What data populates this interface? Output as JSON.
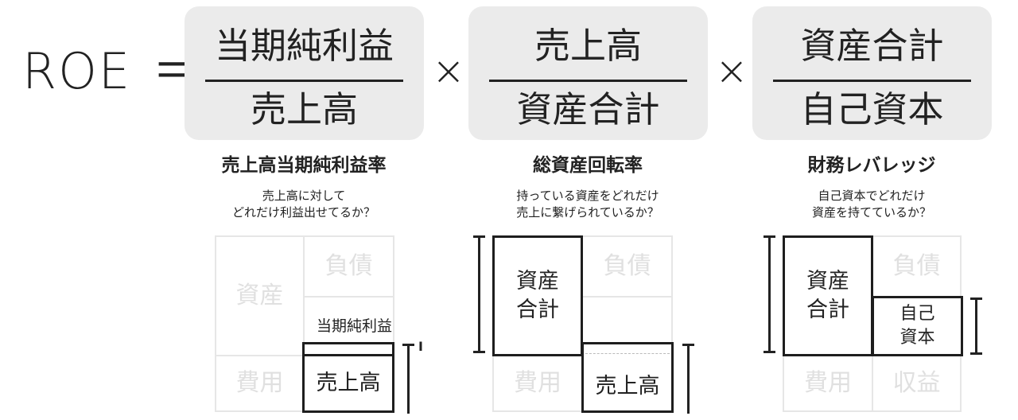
{
  "formula": {
    "lhs": "ROE",
    "equals": "＝",
    "times": "×",
    "fractions": [
      {
        "numerator": "当期純利益",
        "denominator": "売上高"
      },
      {
        "numerator": "売上高",
        "denominator": "資産合計"
      },
      {
        "numerator": "資産合計",
        "denominator": "自己資本"
      }
    ]
  },
  "captions": [
    {
      "title": "売上高当期純利益率",
      "question_line1": "売上高に対して",
      "question_line2": "どれだけ利益出せてるか？"
    },
    {
      "title": "総資産回転率",
      "question_line1": "持っている資産をどれだけ",
      "question_line2": "売上に繋げられているか？"
    },
    {
      "title": "財務レバレッジ",
      "question_line1": "自己資本でどれだけ",
      "question_line2": "資産を持てているか？"
    }
  ],
  "diagrams": [
    {
      "cells": {
        "asset": "資産",
        "liability": "負債",
        "expense": "費用"
      },
      "highlight_sales": "売上高",
      "highlight_profit_label": "当期純利益",
      "profit_marker": "I"
    },
    {
      "cells": {
        "liability": "負債",
        "expense": "費用"
      },
      "highlight_assets": "資産合計",
      "highlight_sales": "売上高"
    },
    {
      "cells": {
        "liability": "負債",
        "expense": "費用",
        "revenue": "収益"
      },
      "highlight_assets": "資産合計",
      "highlight_equity": "自己資本"
    }
  ]
}
